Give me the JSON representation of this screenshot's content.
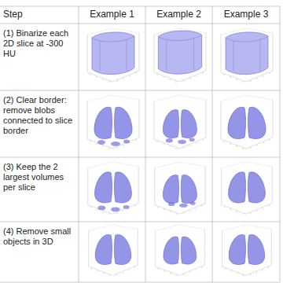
{
  "diagram": {
    "labels": [
      "Step",
      "Example 1",
      "Example 2",
      "Example 3",
      "(1) Binarize each 2D slice at -300 HU",
      "(2) Clear border: remove blobs connected to slice border",
      "(3) Keep the 2 largest volumes per slice",
      "(4) Remove small objects in 3D"
    ]
  }
}
